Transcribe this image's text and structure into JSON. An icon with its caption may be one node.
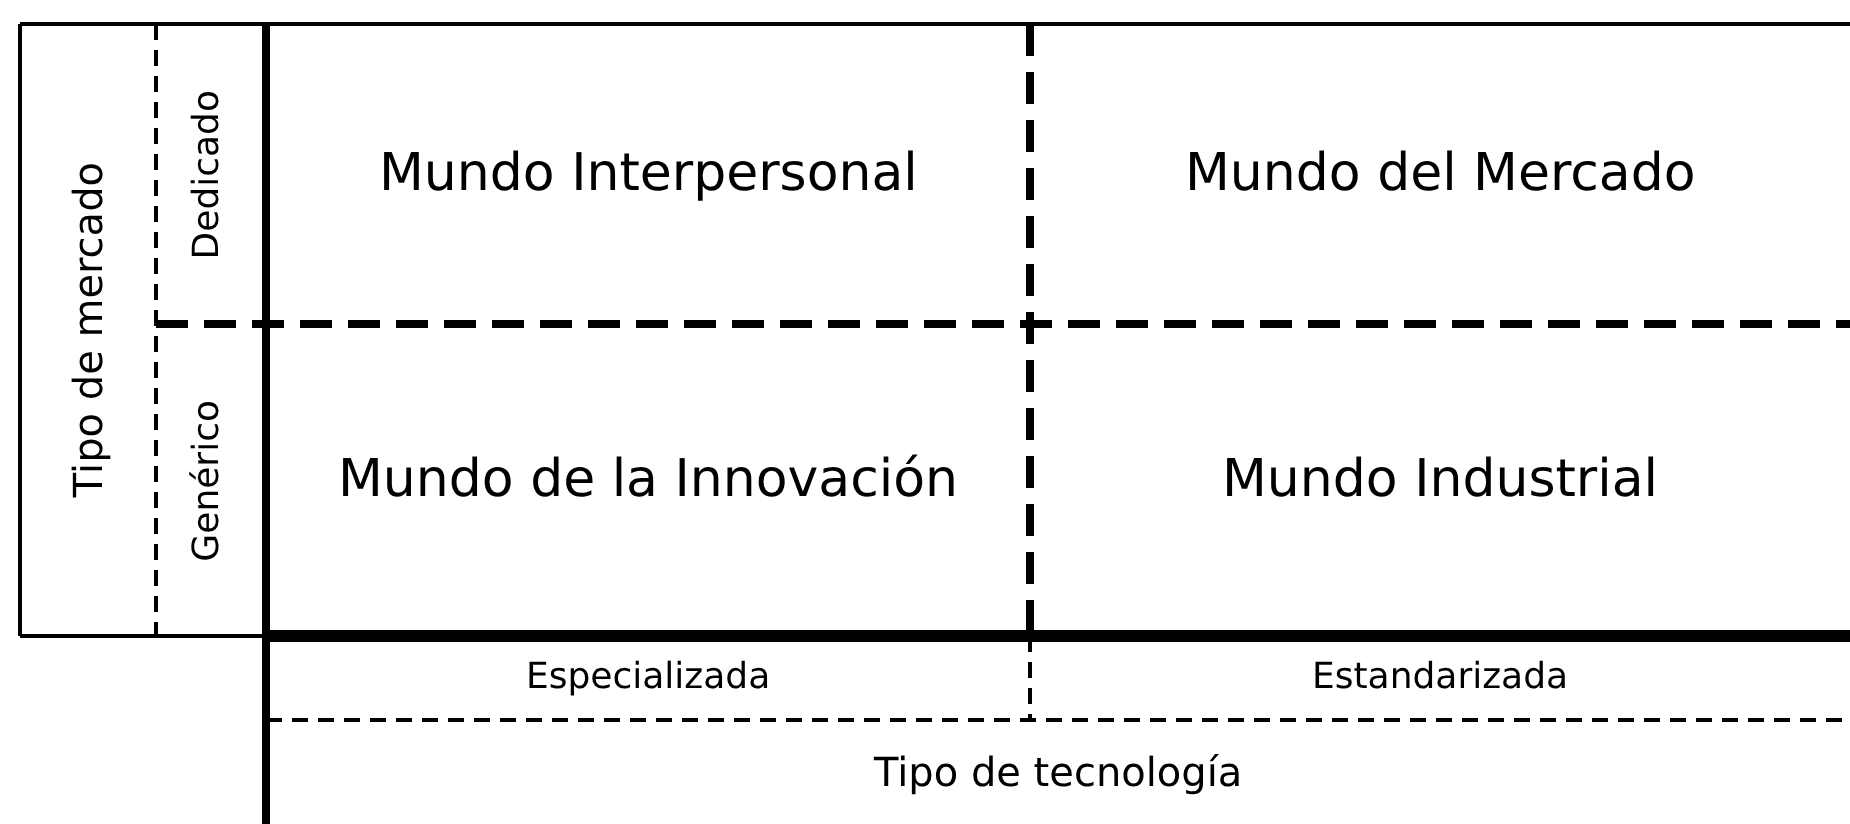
{
  "diagram": {
    "labels": [
      "Tipo de mercado",
      "Dedicado",
      "Mundo Interpersonal",
      "Mundo del Mercado",
      "Genérico",
      "Mundo de la Innovación",
      "Mundo Industrial",
      "Especializada",
      "Estandarizada",
      "Tipo de tecnología"
    ]
  }
}
